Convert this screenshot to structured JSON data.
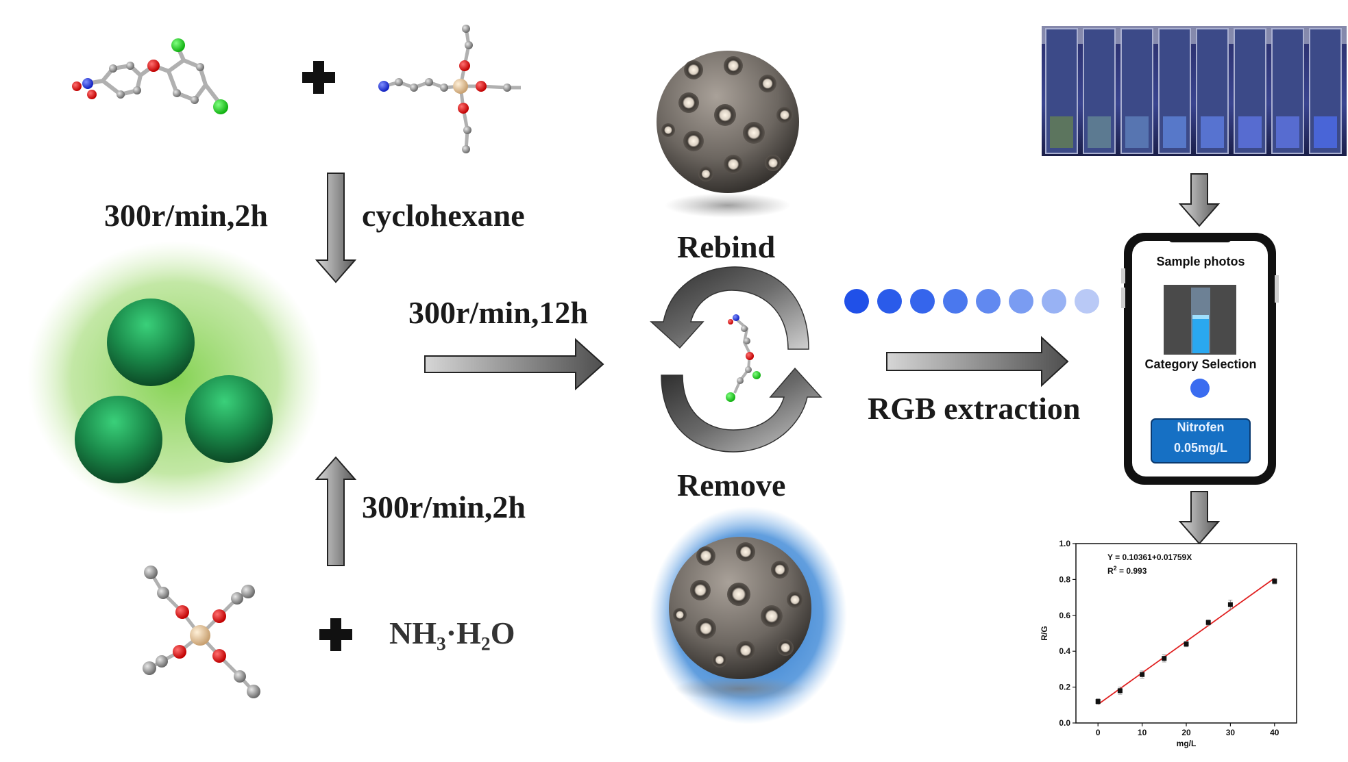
{
  "labels": {
    "step1_speed": "300r/min,2h",
    "step1_solvent": "cyclohexane",
    "step2_speed": "300r/min,12h",
    "step3_speed": "300r/min,2h",
    "reagent": "NH₃·H₂O",
    "rebind": "Rebind",
    "remove": "Remove",
    "rgb": "RGB extraction"
  },
  "phone": {
    "sample_photos": "Sample photos",
    "category_selection": "Category Selection",
    "result_name": "Nitrofen",
    "result_value": "0.05mg/L"
  },
  "colors": {
    "dots": [
      "#2050e8",
      "#2a5bea",
      "#3565ec",
      "#4a78ee",
      "#6189f0",
      "#7a9cf2",
      "#98b2f4",
      "#b9c9f6"
    ],
    "green_spheres": "#1a8a4a",
    "arrow_gray": "#7a7a7a"
  },
  "chart_data": {
    "type": "scatter",
    "title": "",
    "xlabel": "mg/L",
    "ylabel": "R/G",
    "xlim": [
      -5,
      45
    ],
    "ylim": [
      0.0,
      1.0
    ],
    "xticks": [
      "0",
      "10",
      "20",
      "30",
      "40"
    ],
    "yticks": [
      "0.0",
      "0.2",
      "0.4",
      "0.6",
      "0.8",
      "1.0"
    ],
    "equation": "Y = 0.10361+0.01759X",
    "r2_prefix": "R",
    "r2_sup": "2",
    "r2_suffix": " = 0.993",
    "points": [
      {
        "x": 0,
        "y": 0.12,
        "err": 0.015
      },
      {
        "x": 5,
        "y": 0.18,
        "err": 0.02
      },
      {
        "x": 10,
        "y": 0.27,
        "err": 0.02
      },
      {
        "x": 15,
        "y": 0.36,
        "err": 0.02
      },
      {
        "x": 20,
        "y": 0.44,
        "err": 0.015
      },
      {
        "x": 25,
        "y": 0.56,
        "err": 0.015
      },
      {
        "x": 30,
        "y": 0.66,
        "err": 0.025
      },
      {
        "x": 40,
        "y": 0.79,
        "err": 0.015
      }
    ],
    "fit": {
      "intercept": 0.10361,
      "slope": 0.01759,
      "color": "#e02020"
    },
    "grid": false,
    "legend": "none"
  }
}
